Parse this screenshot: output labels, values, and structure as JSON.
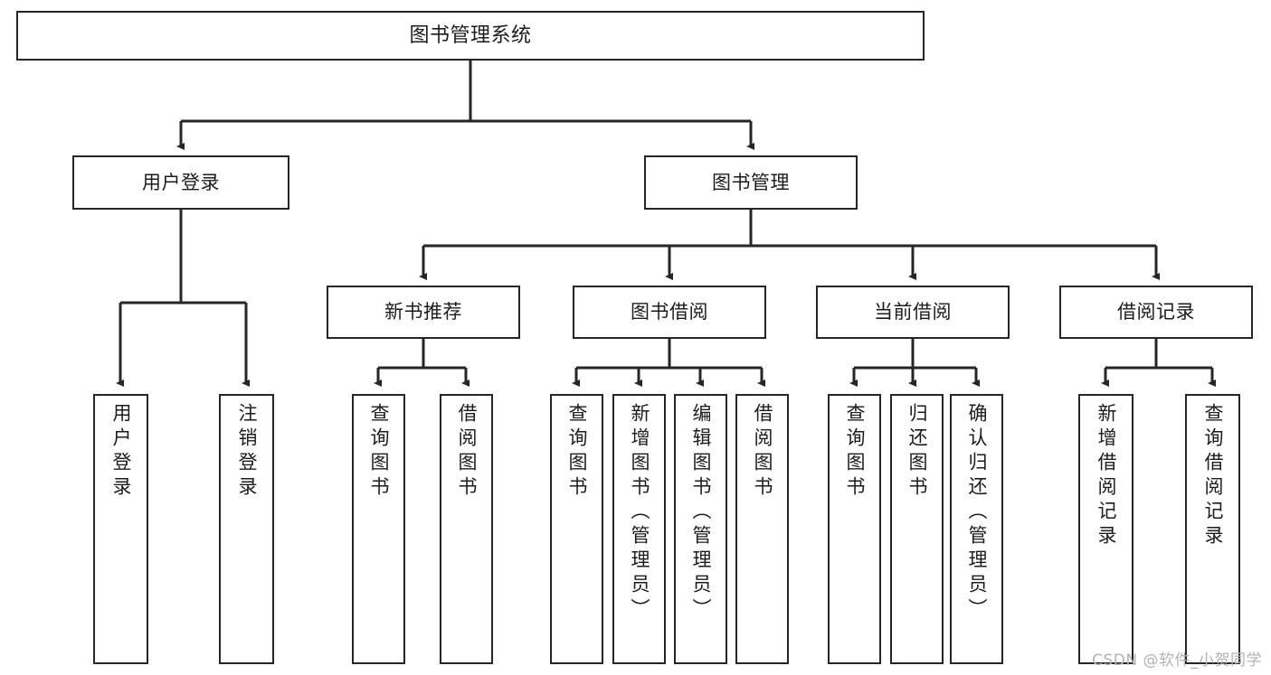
{
  "diagram": {
    "type": "tree-hierarchy",
    "title": "图书管理系统",
    "watermark": "CSDN @软件_小贺同学",
    "colors": {
      "box_border": "#262626",
      "box_fill": "#ffffff",
      "connector": "#262626",
      "text": "#1c1c1c",
      "watermark": "#b3b3b3"
    },
    "nodes": {
      "root": {
        "label": "图书管理系统"
      },
      "level2": [
        {
          "label": "用户登录"
        },
        {
          "label": "图书管理"
        }
      ],
      "level3": [
        {
          "label": "新书推荐"
        },
        {
          "label": "图书借阅"
        },
        {
          "label": "当前借阅"
        },
        {
          "label": "借阅记录"
        }
      ],
      "leaves": [
        {
          "label": "用户登录",
          "parent": "用户登录"
        },
        {
          "label": "注销登录",
          "parent": "用户登录"
        },
        {
          "label": "查询图书",
          "parent": "新书推荐"
        },
        {
          "label": "借阅图书",
          "parent": "新书推荐"
        },
        {
          "label": "查询图书",
          "parent": "图书借阅"
        },
        {
          "label": "新增图书（管理员）",
          "parent": "图书借阅"
        },
        {
          "label": "编辑图书（管理员）",
          "parent": "图书借阅"
        },
        {
          "label": "借阅图书",
          "parent": "图书借阅"
        },
        {
          "label": "查询图书",
          "parent": "当前借阅"
        },
        {
          "label": "归还图书",
          "parent": "当前借阅"
        },
        {
          "label": "确认归还（管理员）",
          "parent": "当前借阅"
        },
        {
          "label": "新增借阅记录",
          "parent": "借阅记录"
        },
        {
          "label": "查询借阅记录",
          "parent": "借阅记录"
        }
      ]
    }
  }
}
